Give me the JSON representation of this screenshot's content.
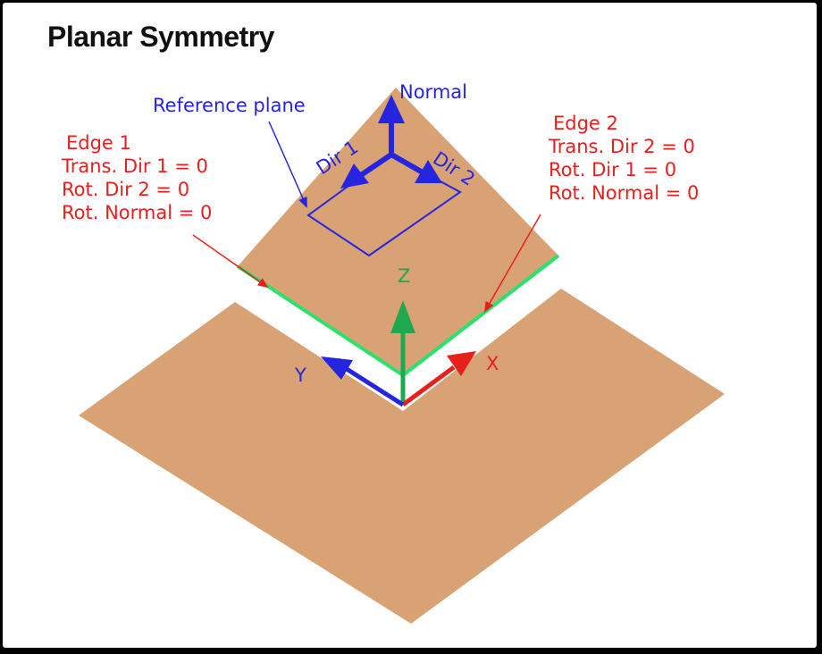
{
  "title": "Planar Symmetry",
  "labels": {
    "reference_plane": "Reference plane",
    "normal": "Normal",
    "dir1": "Dir 1",
    "dir2": "Dir 2",
    "axis_z": "Z",
    "axis_x": "X",
    "axis_y": "Y"
  },
  "edge1": {
    "name": "Edge 1",
    "lines": [
      "Trans. Dir 1 = 0",
      "Rot. Dir 2 = 0",
      "Rot. Normal = 0"
    ]
  },
  "edge2": {
    "name": "Edge 2",
    "lines": [
      "Trans. Dir 2 = 0",
      "Rot. Dir 1 = 0",
      "Rot. Normal = 0"
    ]
  },
  "colors": {
    "plate": "#d8a274",
    "edge_highlight": "#27e36b",
    "annotation_red": "#e8201c",
    "annotation_blue": "#2525e0",
    "axis_green": "#1fa84f"
  }
}
